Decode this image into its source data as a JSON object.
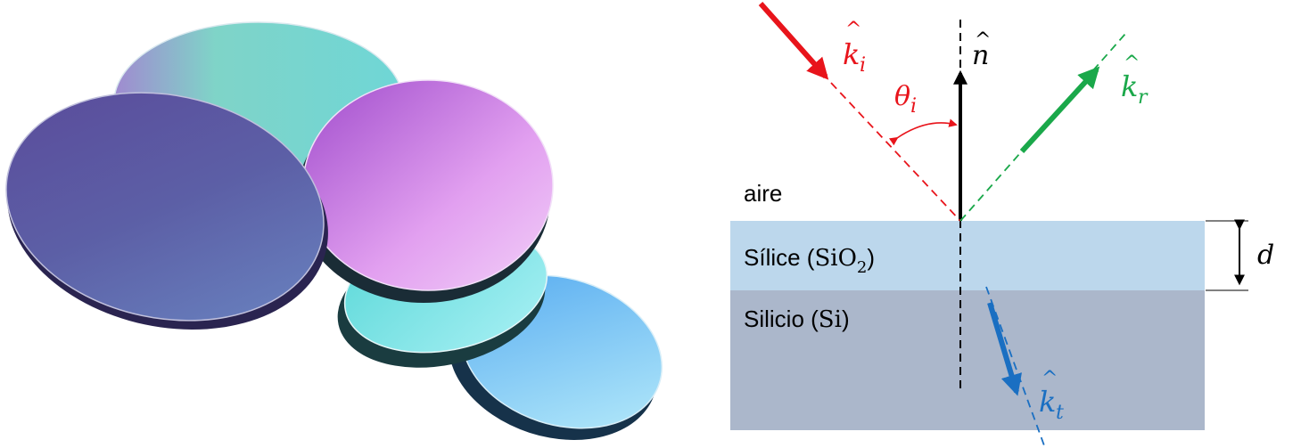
{
  "photo": {
    "description_name": "silicon-wafers-photo"
  },
  "diagram": {
    "labels": {
      "air": "aire",
      "silica_text": "Sílice (",
      "silica_formula": "SiO",
      "silica_subscript": "2",
      "silica_close": ")",
      "silicon_text": "Silicio (",
      "silicon_formula": "Si",
      "silicon_close": ")",
      "thickness": "d"
    },
    "vectors": {
      "incident": {
        "symbol": "k",
        "subscript": "i",
        "hat": "^",
        "color": "#e8141b"
      },
      "reflected": {
        "symbol": "k",
        "subscript": "r",
        "hat": "^",
        "color": "#1aa84a"
      },
      "transmitted": {
        "symbol": "k",
        "subscript": "t",
        "hat": "^",
        "color": "#1a6fc2"
      },
      "normal": {
        "symbol": "n",
        "hat": "^",
        "color": "#000000"
      }
    },
    "angle": {
      "symbol": "θ",
      "subscript": "i",
      "color": "#e8141b"
    },
    "colors": {
      "silica_layer": "#bcd7ec",
      "silicon_layer": "#abb7cb"
    }
  }
}
